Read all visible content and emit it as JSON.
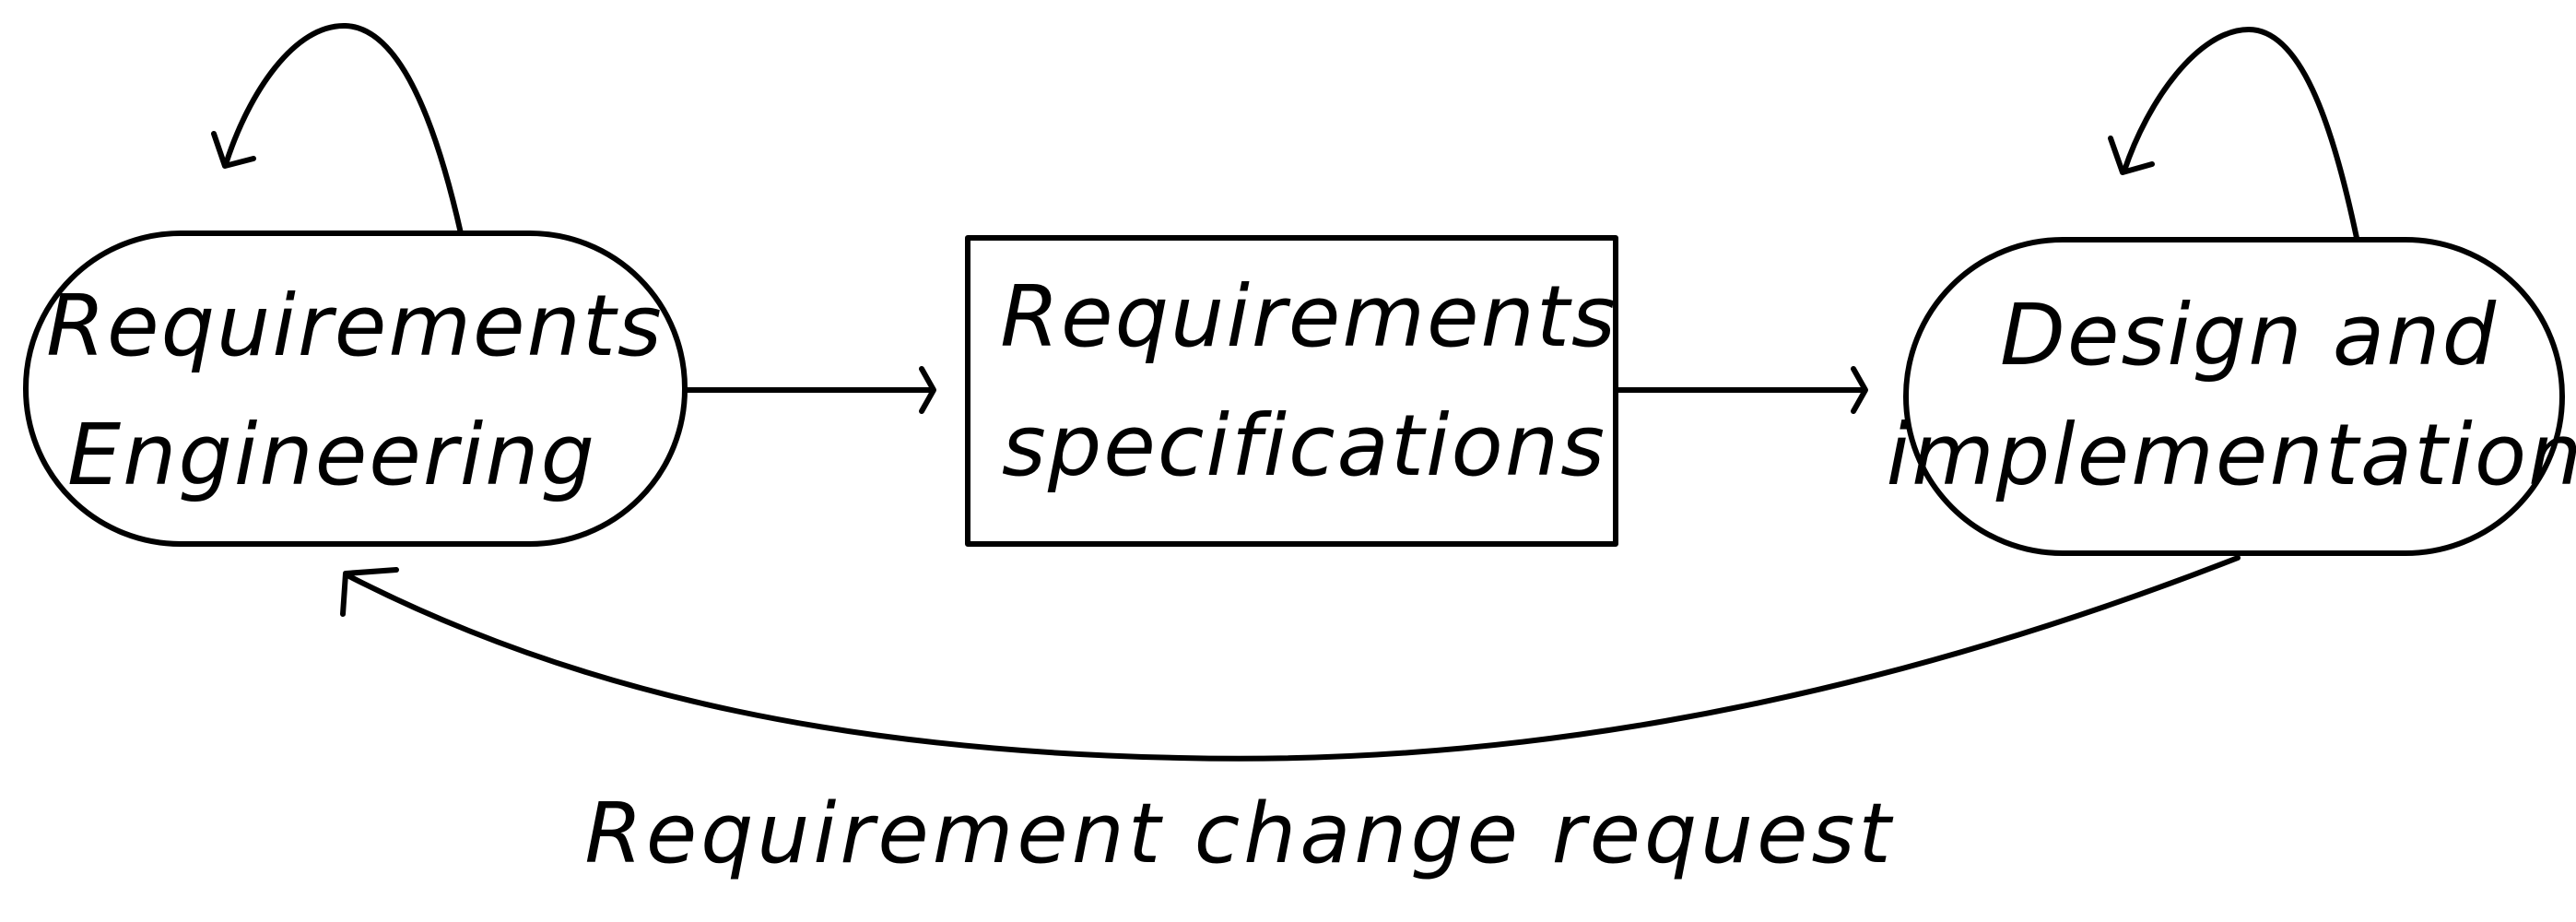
{
  "nodes": {
    "requirements_engineering": {
      "line1": "Requirements",
      "line2": "Engineering"
    },
    "requirements_specifications": {
      "line1": "Requirements",
      "line2": "specifications"
    },
    "design_implementation": {
      "line1": "Design and",
      "line2": "implementation"
    }
  },
  "feedback": {
    "label": "Requirement change request"
  },
  "colors": {
    "stroke": "#000000",
    "background": "#ffffff"
  }
}
